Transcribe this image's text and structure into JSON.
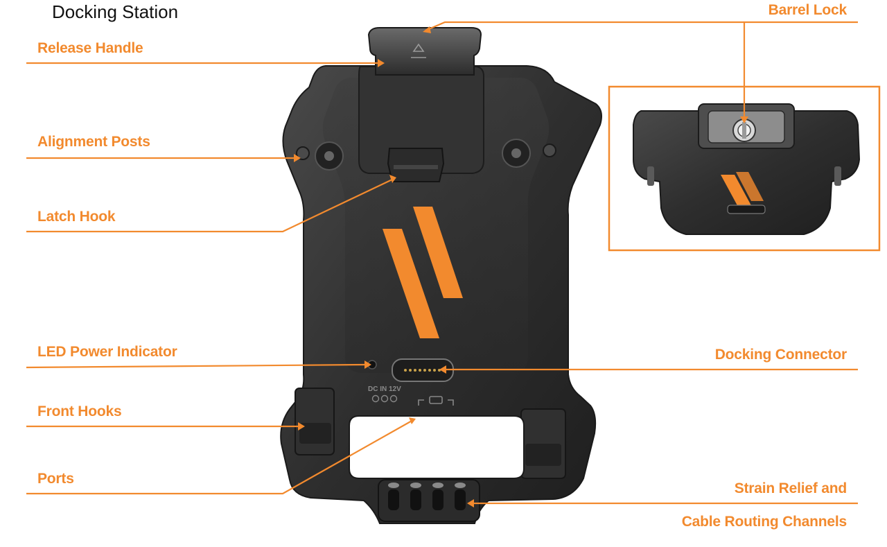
{
  "title": "Docking Station",
  "colors": {
    "accent": "#f28a2e",
    "device_dark": "#2a2a2a",
    "device_mid": "#3b3b3b",
    "device_edge": "#5a5a5a",
    "text": "#111111"
  },
  "callouts": {
    "release_handle": "Release Handle",
    "alignment_posts": "Alignment Posts",
    "latch_hook": "Latch Hook",
    "led_power_indicator": "LED Power Indicator",
    "front_hooks": "Front Hooks",
    "ports": "Ports",
    "barrel_lock": "Barrel Lock",
    "docking_connector": "Docking Connector",
    "strain_relief_line1": "Strain Relief and",
    "strain_relief_line2": "Cable Routing Channels"
  },
  "device_labels": {
    "dc_in": "DC IN 12V"
  },
  "icons": {
    "eject": "eject-icon",
    "usb": "usb-icon"
  }
}
